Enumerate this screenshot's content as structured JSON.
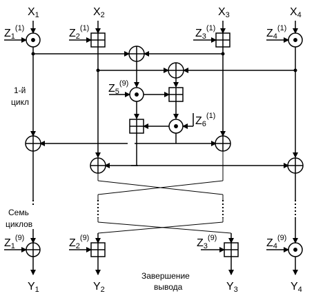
{
  "inputs": {
    "x1": {
      "base": "X",
      "sub": "1"
    },
    "x2": {
      "base": "X",
      "sub": "2"
    },
    "x3": {
      "base": "X",
      "sub": "3"
    },
    "x4": {
      "base": "X",
      "sub": "4"
    }
  },
  "keys_round1": {
    "z1": {
      "base": "Z",
      "sub": "1",
      "sup": "(1)"
    },
    "z2": {
      "base": "Z",
      "sub": "2",
      "sup": "(1)"
    },
    "z3": {
      "base": "Z",
      "sub": "3",
      "sup": "(1)"
    },
    "z4": {
      "base": "Z",
      "sub": "4",
      "sup": "(1)"
    },
    "z5": {
      "base": "Z",
      "sub": "5",
      "sup": "(9)"
    },
    "z6": {
      "base": "Z",
      "sub": "6",
      "sup": "(1)"
    }
  },
  "keys_final": {
    "z1": {
      "base": "Z",
      "sub": "1",
      "sup": "(9)"
    },
    "z2": {
      "base": "Z",
      "sub": "2",
      "sup": "(9)"
    },
    "z3": {
      "base": "Z",
      "sub": "3",
      "sup": "(9)"
    },
    "z4": {
      "base": "Z",
      "sub": "4",
      "sup": "(9)"
    }
  },
  "outputs": {
    "y1": {
      "base": "Y",
      "sub": "1"
    },
    "y2": {
      "base": "Y",
      "sub": "2"
    },
    "y3": {
      "base": "Y",
      "sub": "3"
    },
    "y4": {
      "base": "Y",
      "sub": "4"
    }
  },
  "labels": {
    "round1_line1": "1-й",
    "round1_line2": "цикл",
    "seven_line1": "Семь",
    "seven_line2": "циклов",
    "final_line1": "Завершение",
    "final_line2": "вывода"
  }
}
